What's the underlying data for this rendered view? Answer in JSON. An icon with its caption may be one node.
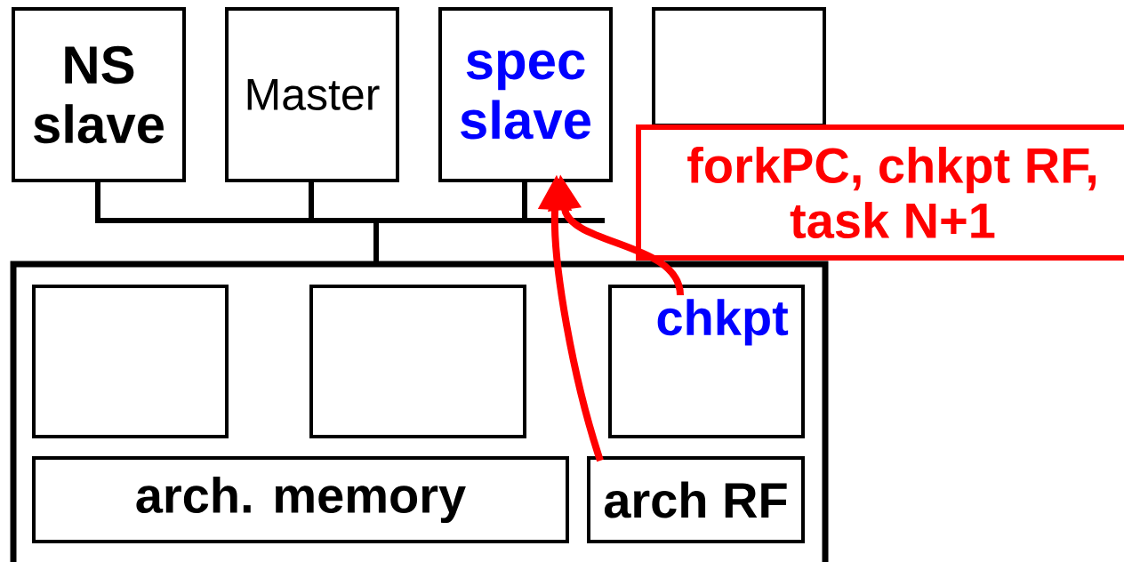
{
  "diagram": {
    "nodes": [
      {
        "text": [
          "NS slave"
        ]
      },
      {
        "text": [
          "Master"
        ]
      },
      {
        "text": [
          "spec slave"
        ]
      },
      {
        "text": [],
        "shape": "box"
      },
      {
        "text": [],
        "shape": "box"
      },
      {
        "text": [],
        "shape": "box",
        "in": 4
      },
      {
        "text": [],
        "shape": "box",
        "in": 4
      },
      {
        "text": [
          "chkpt"
        ],
        "in": 4
      },
      {
        "text": [
          "arch. memory"
        ],
        "in": 4
      },
      {
        "text": [
          "arch RF"
        ],
        "in": 4
      },
      {
        "text": [
          "forkPC, chkpt RF, task N+1"
        ]
      }
    ],
    "edges": [
      {
        "from": 0,
        "to": 4,
        "arrow": "none"
      },
      {
        "from": 1,
        "to": 4,
        "arrow": "none"
      },
      {
        "from": 2,
        "to": 4,
        "arrow": "none"
      },
      {
        "from": 9,
        "to": 2,
        "arrow": "to",
        "color": "#ff0000"
      },
      {
        "from": 7,
        "to": 2,
        "arrow": "to",
        "color": "#ff0000"
      }
    ]
  }
}
